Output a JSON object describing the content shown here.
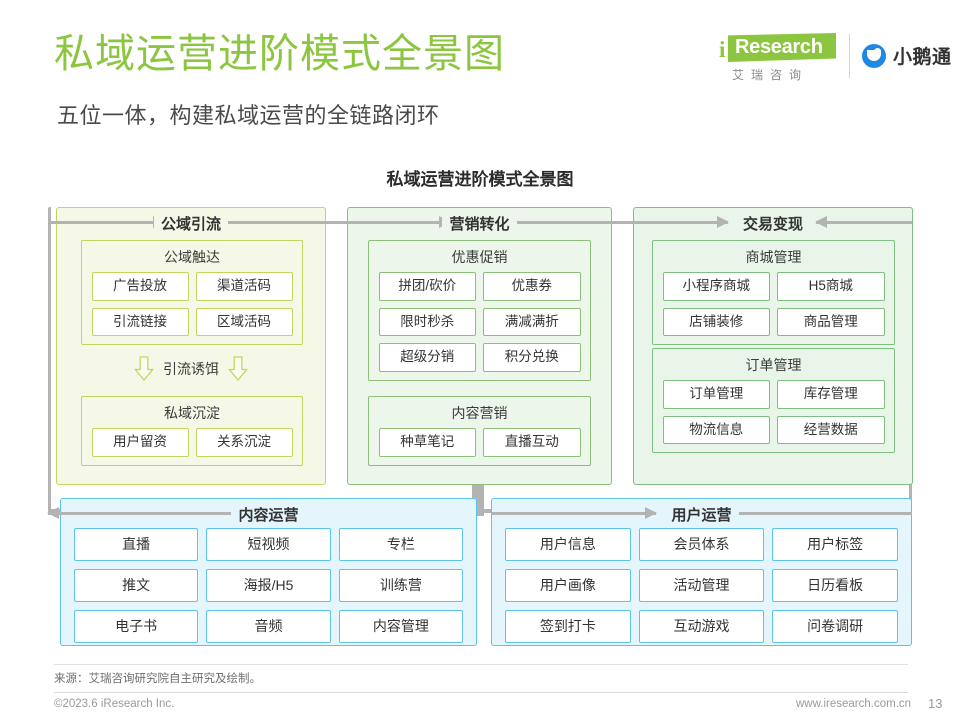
{
  "header": {
    "title": "私域运营进阶模式全景图",
    "subtitle": "五位一体，构建私域运营的全链路闭环",
    "title_color": "#8CC640",
    "logo_iresearch_i": "i",
    "logo_iresearch_word": "Research",
    "logo_iresearch_cn": "艾瑞咨询",
    "logo_partner": "小鹅通"
  },
  "chart_title": "私域运营进阶模式全景图",
  "chart_data": {
    "type": "diagram",
    "title": "私域运营进阶模式全景图",
    "layout": "three top stages in a closed loop, two bottom support pillars",
    "accent_colors": {
      "stage1": "#C5D45E",
      "stage2": "#8CC07A",
      "stage3": "#7FBF7F",
      "bottom": "#5BC4E8",
      "connector": "#b3b3b3"
    },
    "stages": [
      {
        "id": "gongyu-yinliu",
        "label": "公域引流",
        "arrow_in": "right",
        "arrow_out": "right",
        "groups": [
          {
            "label": "公域触达",
            "items": [
              "广告投放",
              "渠道活码",
              "引流链接",
              "区域活码"
            ]
          }
        ],
        "bait": {
          "label": "引流诱饵",
          "icon": "down-arrow"
        },
        "groups_after_bait": [
          {
            "label": "私域沉淀",
            "items": [
              "用户留资",
              "关系沉淀"
            ]
          }
        ]
      },
      {
        "id": "yingxiao-zhuanhua",
        "label": "营销转化",
        "arrow_in": "right",
        "arrow_out": "right",
        "groups": [
          {
            "label": "优惠促销",
            "items": [
              "拼团/砍价",
              "优惠券",
              "限时秒杀",
              "满减满折",
              "超级分销",
              "积分兑换"
            ]
          },
          {
            "label": "内容营销",
            "items": [
              "种草笔记",
              "直播互动"
            ]
          }
        ]
      },
      {
        "id": "jiaoyi-bianxian",
        "label": "交易变现",
        "arrow_in": "right",
        "arrow_out": "left",
        "groups": [
          {
            "label": "商城管理",
            "items": [
              "小程序商城",
              "H5商城",
              "店铺装修",
              "商品管理"
            ]
          },
          {
            "label": "订单管理",
            "items": [
              "订单管理",
              "库存管理",
              "物流信息",
              "经营数据"
            ]
          }
        ]
      }
    ],
    "pillars": [
      {
        "id": "neirong-yunying",
        "label": "内容运营",
        "arrow": "left",
        "items": [
          "直播",
          "短视频",
          "专栏",
          "推文",
          "海报/H5",
          "训练营",
          "电子书",
          "音频",
          "内容管理"
        ]
      },
      {
        "id": "yonghu-yunying",
        "label": "用户运营",
        "arrow": "right",
        "items": [
          "用户信息",
          "会员体系",
          "用户标签",
          "用户画像",
          "活动管理",
          "日历看板",
          "签到打卡",
          "互动游戏",
          "问卷调研"
        ]
      }
    ]
  },
  "footer": {
    "source": "来源：艾瑞咨询研究院自主研究及绘制。",
    "copyright": "©2023.6 iResearch Inc.",
    "website": "www.iresearch.com.cn",
    "page_number": "13"
  }
}
